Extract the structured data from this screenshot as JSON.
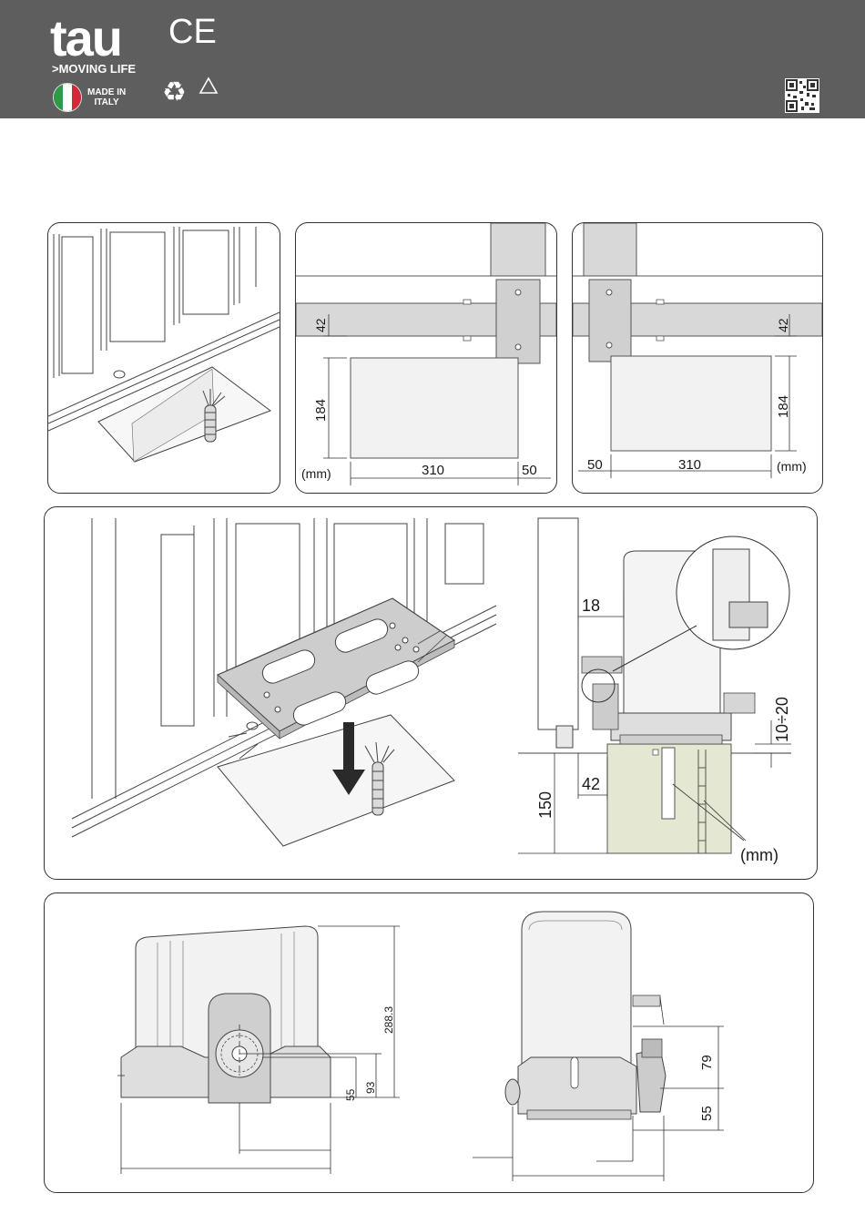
{
  "header": {
    "brand": "tau",
    "tagline": ">MOVING LIFE",
    "certification": "CE",
    "origin_line1": "MADE IN",
    "origin_line2": "ITALY"
  },
  "icons": {
    "flag": "italy-flag-icon",
    "recycle": "recycle-icon",
    "triangle": "triangle-icon",
    "qr": "qr-code-icon"
  },
  "colors": {
    "header_bg": "#5e5e5e",
    "panel_border": "#333333",
    "base_fill": "#e4e8d2"
  },
  "figure_a": {},
  "figure_b": {
    "dim_top": "42",
    "dim_height": "184",
    "dim_width": "310",
    "dim_offset": "50",
    "unit": "(mm)"
  },
  "figure_c": {
    "dim_top": "42",
    "dim_height": "184",
    "dim_width": "310",
    "dim_offset": "50",
    "unit": "(mm)"
  },
  "figure_e": {
    "dim_gap": "18",
    "dim_offset": "42",
    "dim_depth": "150",
    "dim_height_range": "10÷20",
    "unit": "(mm)"
  },
  "figure_f": {
    "dim_total_height": "288.3",
    "dim_pinion_height": "93",
    "dim_base_height": "55"
  },
  "figure_g": {
    "dim_rack_height": "79",
    "dim_base_height": "55"
  }
}
